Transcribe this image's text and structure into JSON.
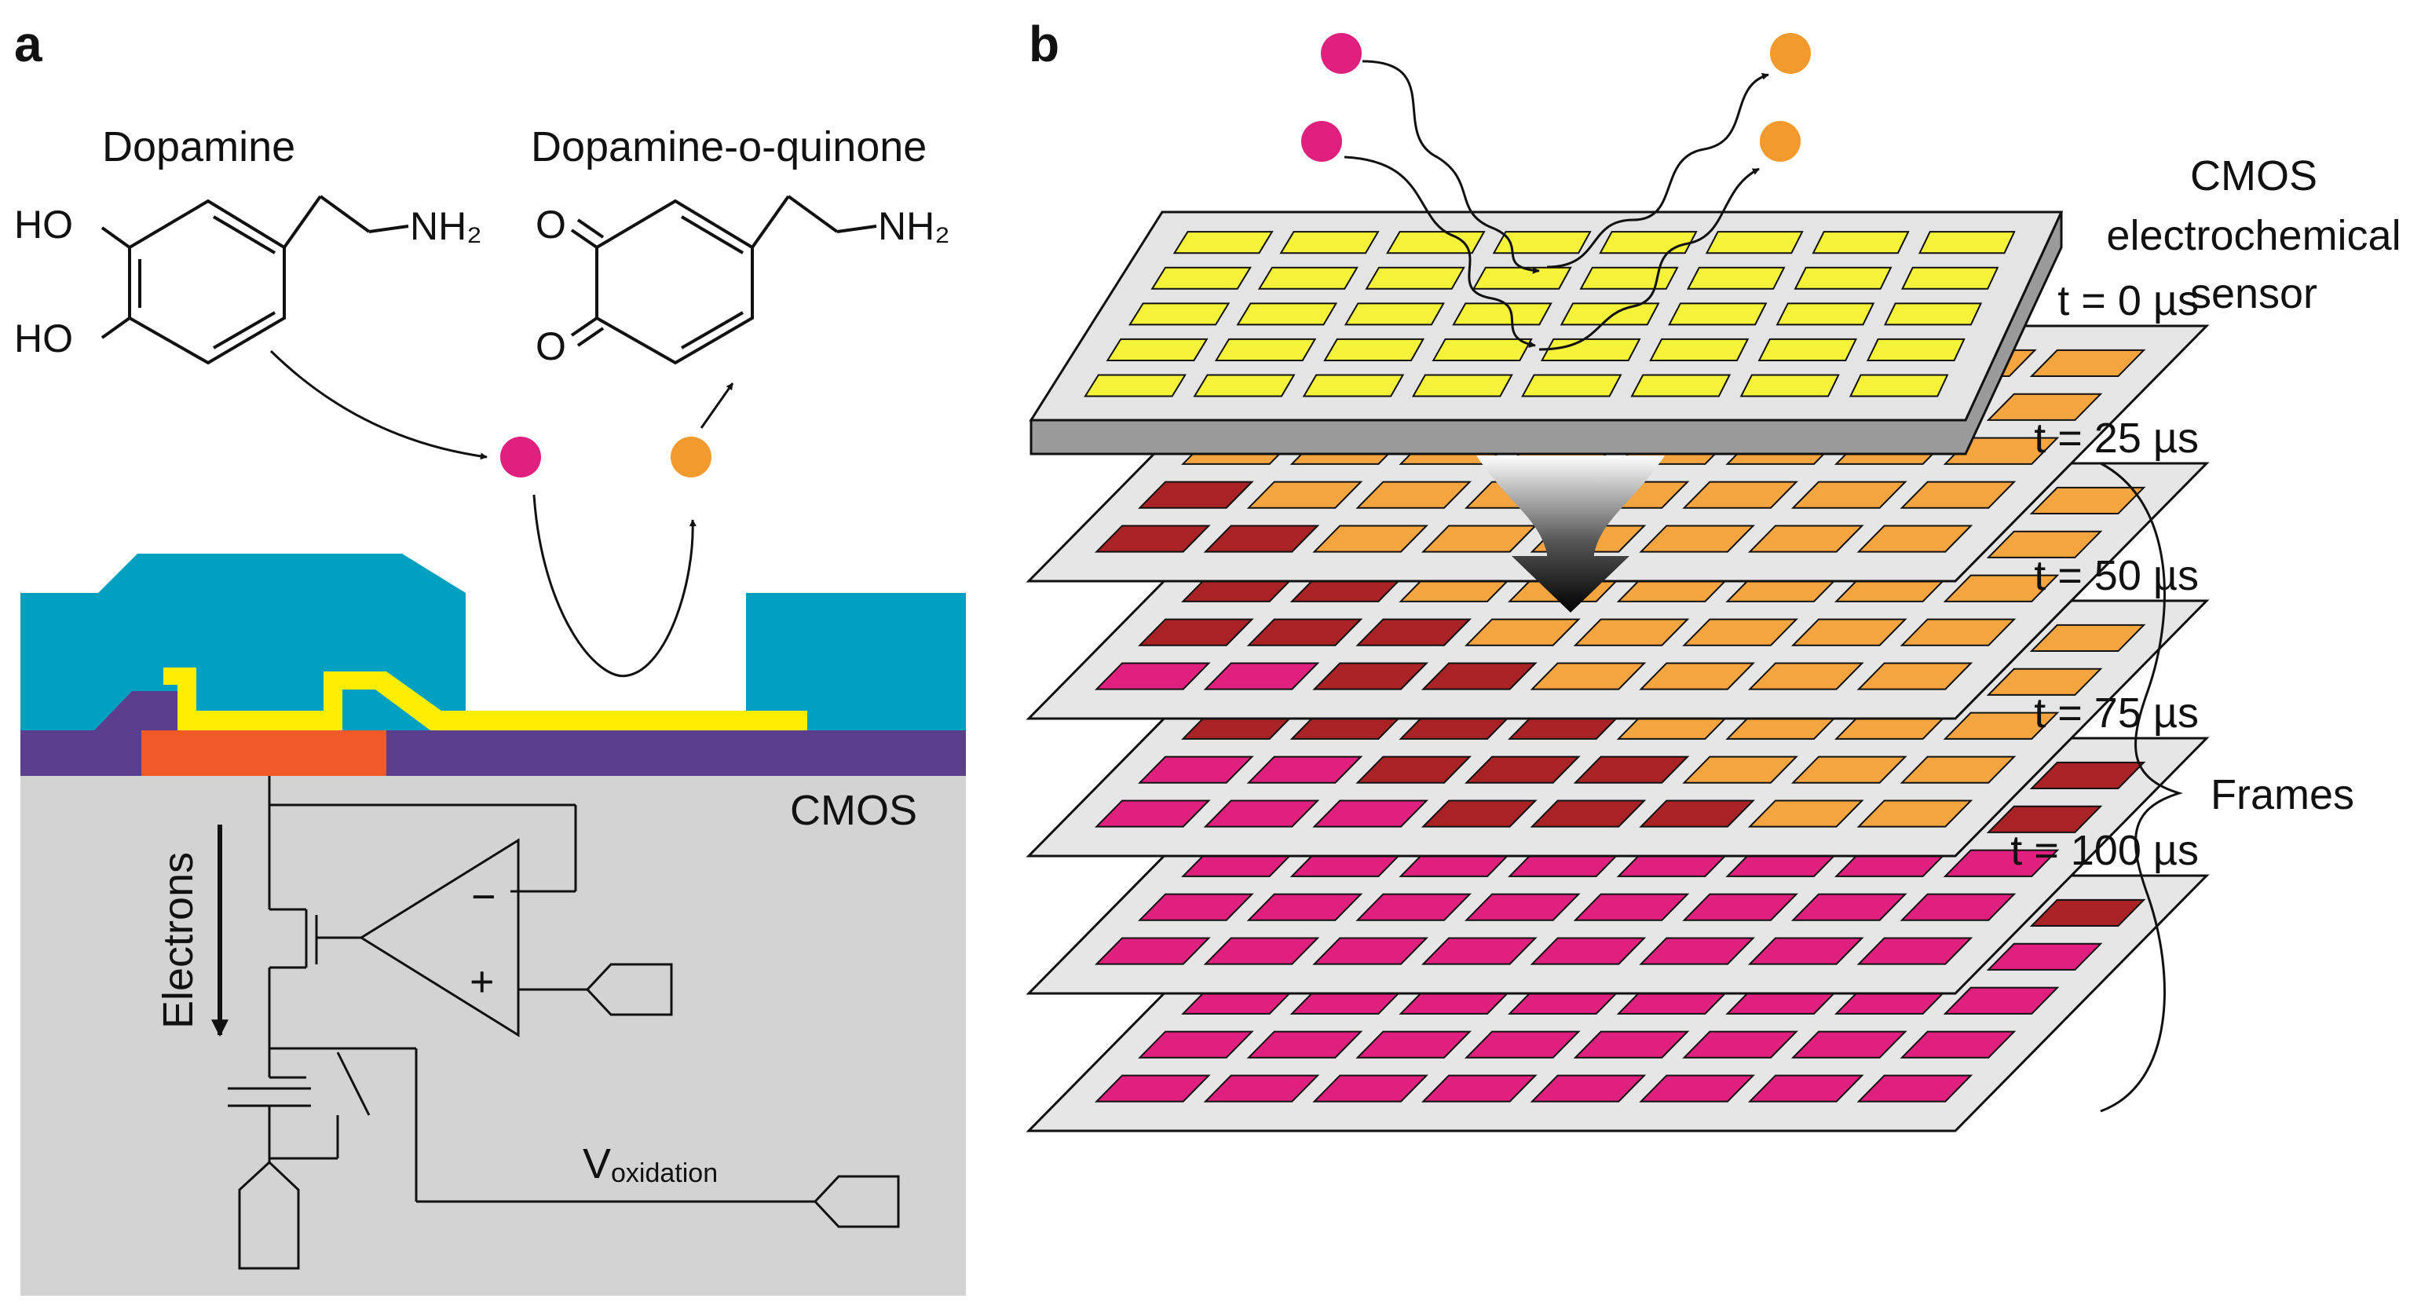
{
  "panels": {
    "a": {
      "letter": "a"
    },
    "b": {
      "letter": "b"
    }
  },
  "molecules": {
    "dopamine": {
      "name": "Dopamine",
      "oh_top": "HO",
      "oh_bottom": "HO",
      "amine": "NH₂"
    },
    "quinone": {
      "name": "Dopamine-o-quinone",
      "o_top": "O",
      "o_bottom": "O",
      "amine": "NH₂"
    }
  },
  "cmos_layer_label": "CMOS",
  "electrons_label": "Electrons",
  "opamp": {
    "minus": "−",
    "plus": "+"
  },
  "voltage": {
    "main": "V",
    "subscript": "oxidation"
  },
  "sensor_label": [
    "CMOS",
    "electrochemical",
    "sensor"
  ],
  "frames_label": "Frames",
  "frames": [
    {
      "time": "t = 0 µs"
    },
    {
      "time": "t = 25 µs"
    },
    {
      "time": "t = 50 µs"
    },
    {
      "time": "t = 75 µs"
    },
    {
      "time": "t = 100 µs"
    }
  ],
  "colors": {
    "dopamine_particle": "#e0207e",
    "quinone_particle": "#f29a2e",
    "passivation": "#00a0c0",
    "electrode": "#ffee00",
    "oxide": "#5b3f8e",
    "contact": "#ef5a28",
    "substrate": "#d3d3d3",
    "sensor_pixel": "#f5f23a",
    "frame_orange": "#f5a540",
    "frame_darkred": "#a82226",
    "frame_magenta": "#e0207e"
  }
}
